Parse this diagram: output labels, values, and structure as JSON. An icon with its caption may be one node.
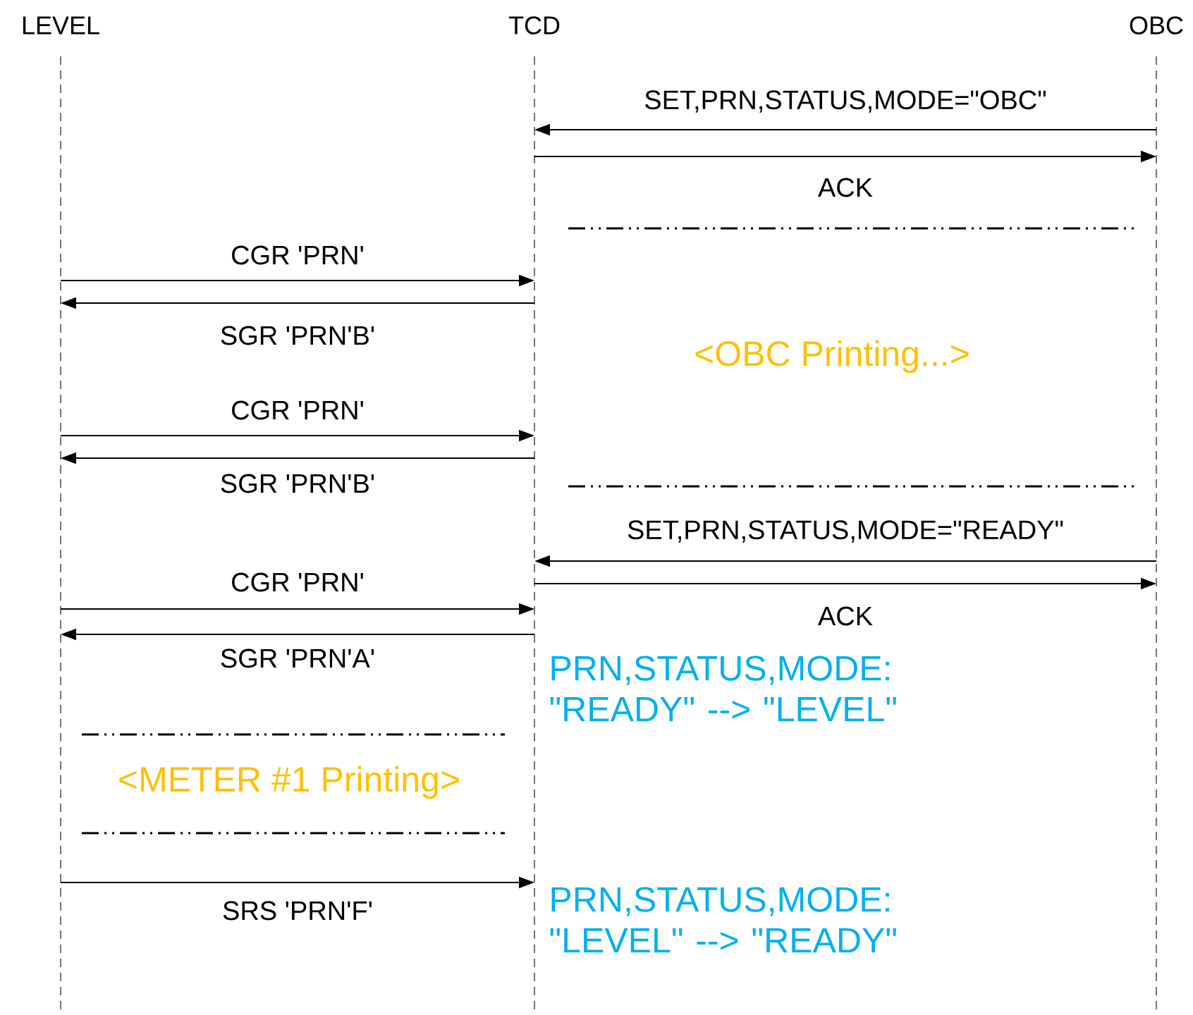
{
  "diagram": {
    "nodes": [
      {
        "text": [
          "LEVEL"
        ]
      },
      {
        "text": [
          "TCD"
        ]
      },
      {
        "text": [
          "OBC"
        ]
      }
    ],
    "edges": [
      {
        "from": 2,
        "to": 1,
        "arrow": "to",
        "label": "SET,PRN,STATUS,MODE=\"OBC\""
      },
      {
        "from": 1,
        "to": 2,
        "arrow": "to",
        "label": "ACK"
      },
      {
        "from": 0,
        "to": 1,
        "arrow": "to",
        "label": "CGR 'PRN'"
      },
      {
        "from": 1,
        "to": 0,
        "arrow": "to",
        "label": "SGR 'PRN'B'"
      },
      {
        "from": 0,
        "to": 1,
        "arrow": "to",
        "label": "CGR 'PRN'"
      },
      {
        "from": 1,
        "to": 0,
        "arrow": "to",
        "label": "SGR 'PRN'B'"
      },
      {
        "from": 2,
        "to": 1,
        "arrow": "to",
        "label": "SET,PRN,STATUS,MODE=\"READY\""
      },
      {
        "from": 1,
        "to": 2,
        "arrow": "to",
        "label": "ACK"
      },
      {
        "from": 0,
        "to": 1,
        "arrow": "to",
        "label": "CGR 'PRN'"
      },
      {
        "from": 1,
        "to": 0,
        "arrow": "to",
        "label": "SGR 'PRN'A'"
      },
      {
        "from": 0,
        "to": 1,
        "arrow": "to",
        "label": "SRS 'PRN'F'"
      }
    ],
    "labels": [
      "<OBC Printing...>",
      "PRN,STATUS,MODE: \"READY\" --> \"LEVEL\"",
      "<METER #1 Printing>",
      "PRN,STATUS,MODE: \"LEVEL\" --> \"READY\""
    ]
  }
}
